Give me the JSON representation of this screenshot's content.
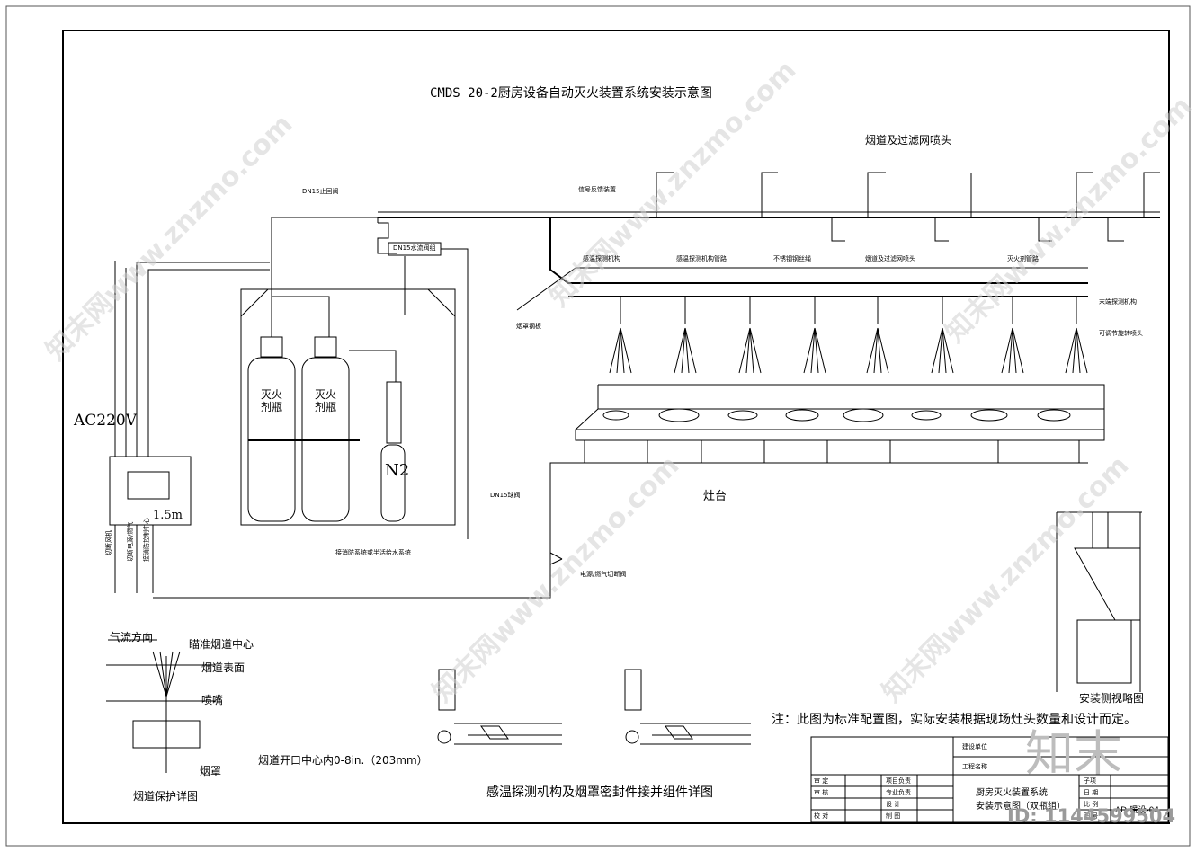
{
  "title": "CMDS 20-2厨房设备自动灭火装置系统安装示意图",
  "labels": {
    "flue_nozzle": "烟道及过滤网喷头",
    "dn15_stop_valve": "DN15止回阀",
    "signal_feedback": "信号反馈装置",
    "dn15_flow_valve": "DN15水流阀组",
    "sense_mech": "感温探测机构",
    "sense_mech_pipe": "感温探测机构管路",
    "steel_wire": "不锈钢钢丝绳",
    "flue_filter_nozzle": "烟道及过滤网喷头",
    "agent_pipe": "灭火剂管路",
    "hood_plate": "烟罩钢板",
    "end_sensor": "末端探测机构",
    "swivel_nozzle": "可调节旋转喷头",
    "agent_bottle_1a": "灭火",
    "agent_bottle_1b": "剂瓶",
    "agent_bottle_2a": "灭火",
    "agent_bottle_2b": "剂瓶",
    "n2": "N2",
    "ac220v": "AC220V",
    "height": "1.5m",
    "dn15_ball_valve": "DN15球阀",
    "stove": "灶台",
    "fire_water": "接消防系统或半活给水系统",
    "gas_cutoff": "电源/燃气切断阀",
    "out_fan": "切断风机",
    "out_power": "切断电源/燃气",
    "out_center": "接消防控制中心",
    "airflow": "气流方向",
    "aim_center": "瞄准烟道中心",
    "flue_surface": "烟道表面",
    "nozzle": "喷嘴",
    "hood": "烟罩",
    "flue_detail": "烟道保护详图",
    "flue_open": "烟道开口中心内0-8in.（203mm）",
    "detector_detail": "感温探测机构及烟罩密封件接并组件详图",
    "side_view": "安装侧视略图",
    "note": "注：此图为标准配置图，实际安装根据现场灶头数量和设计而定。"
  },
  "title_block": {
    "build_unit": "建设单位",
    "project_name": "工程名称",
    "approve": "审 定",
    "review": "审 核",
    "check": "校 对",
    "project_lead": "项目负责",
    "discipline_lead": "专业负责",
    "design": "设 计",
    "draw": "制 图",
    "drawing_title_1": "厨房灭火装置系统",
    "drawing_title_2": "安装示意图（双瓶组）",
    "date": "日 期",
    "scale": "比 例",
    "drawing_no_label": "图 号",
    "drawing_no": "AD-暖设-04",
    "sub_item": "子项"
  },
  "watermark": {
    "brand_cn": "知末",
    "id": "ID: 1144599504",
    "site": "知末网www.znzmo.com"
  }
}
